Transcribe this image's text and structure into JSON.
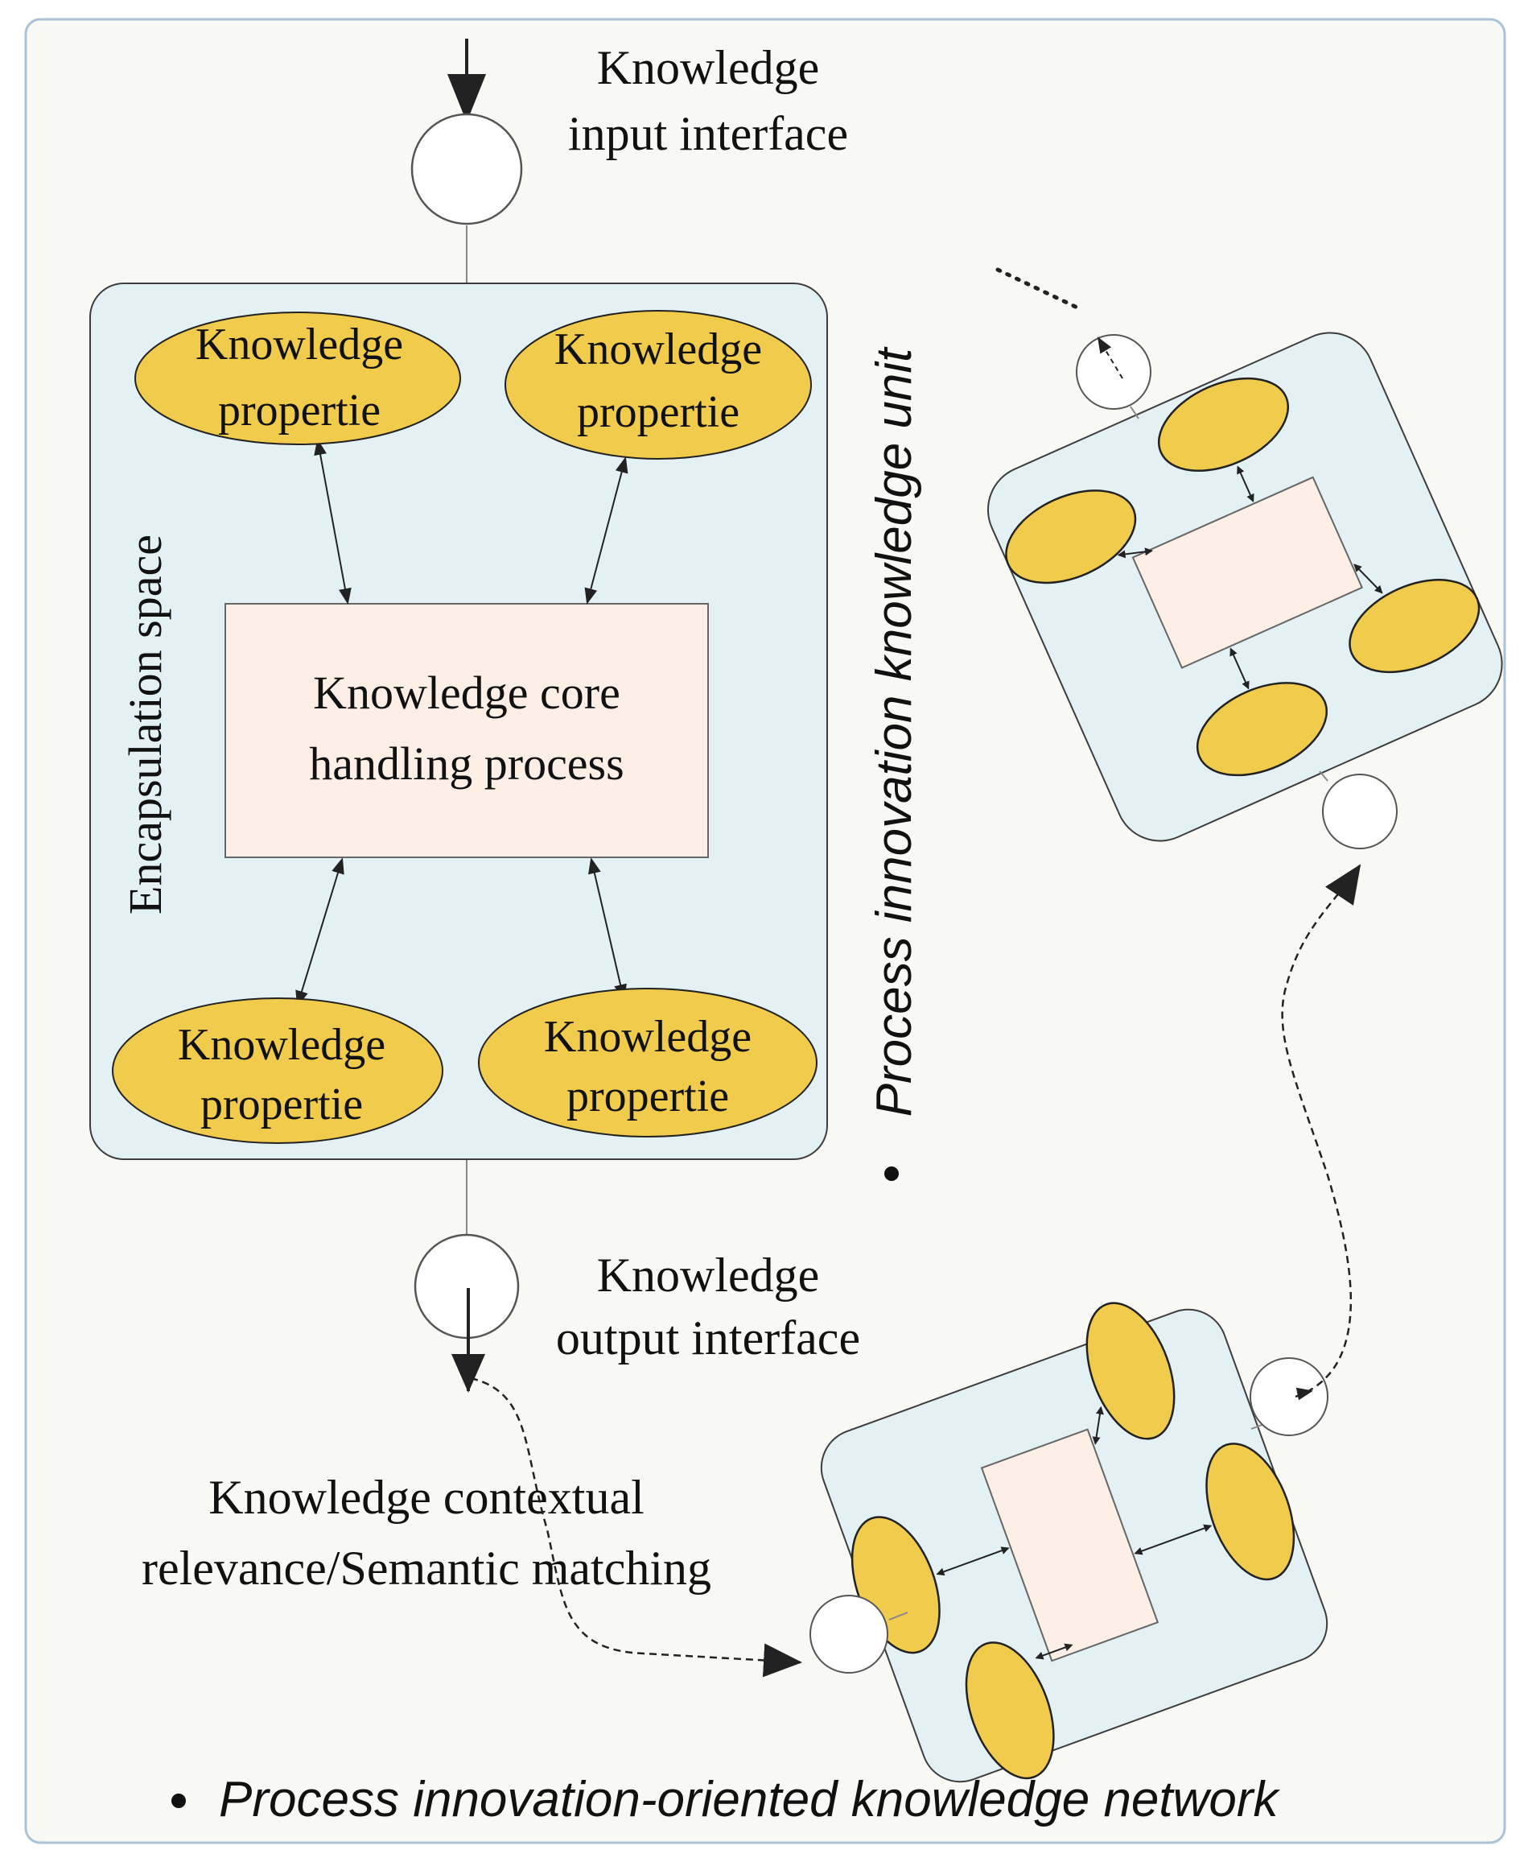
{
  "colors": {
    "page_bg": "#f8f8f4",
    "frame": "#a9c3d9",
    "unit_fill": "#e3f1f5",
    "unit_stroke": "#3d3d3d",
    "ellipse_fill": "#f0cb4c",
    "core_fill": "#fdeee6",
    "arrow": "#222222"
  },
  "labels": {
    "input_line1": "Knowledge",
    "input_line2": "input interface",
    "output_line1": "Knowledge",
    "output_line2": "output interface",
    "core_line1": "Knowledge core",
    "core_line2": "handling process",
    "property_line1": "Knowledge",
    "property_line2": "propertie",
    "encapsulation": "Encapsulation space",
    "unit_caption": "Process innovation knowledge unit",
    "contextual_line1": "Knowledge contextual",
    "contextual_line2": "relevance/Semantic matching",
    "network_caption": "Process innovation-oriented knowledge network"
  },
  "icons": {
    "bullet": "bullet-dot-icon",
    "arrow": "arrow-head-icon",
    "interface": "interface-circle-icon"
  }
}
